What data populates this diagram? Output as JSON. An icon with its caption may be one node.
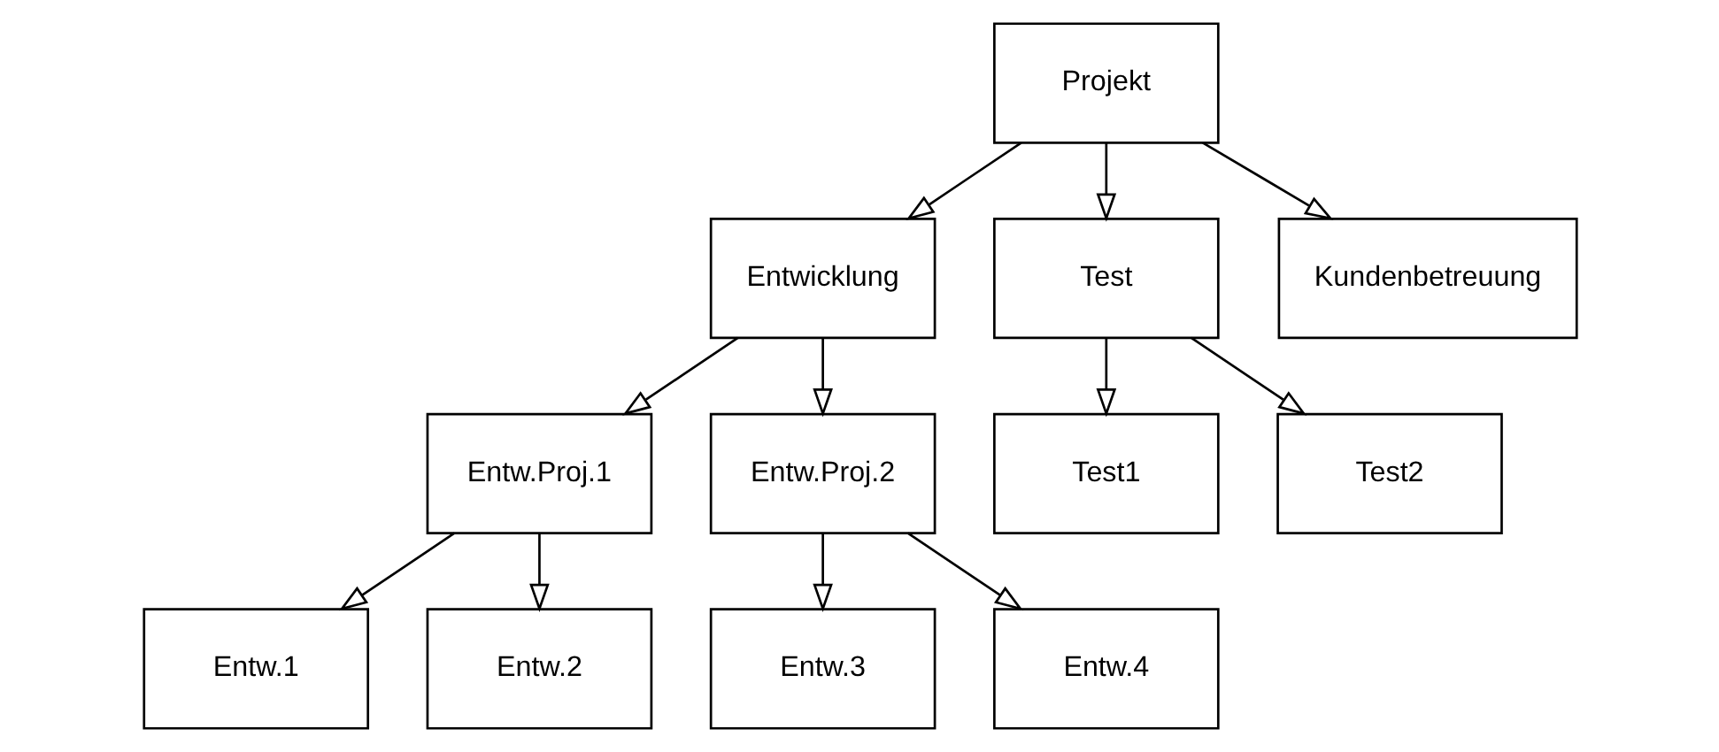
{
  "diagram": {
    "nodes": [
      {
        "text": [
          "Projekt"
        ]
      },
      {
        "text": [
          "Entwicklung"
        ]
      },
      {
        "text": [
          "Test"
        ]
      },
      {
        "text": [
          "Kundenbetreuung"
        ]
      },
      {
        "text": [
          "Entw.Proj.1"
        ]
      },
      {
        "text": [
          "Entw.Proj.2"
        ]
      },
      {
        "text": [
          "Test1"
        ]
      },
      {
        "text": [
          "Test2"
        ]
      },
      {
        "text": [
          "Entw.1"
        ]
      },
      {
        "text": [
          "Entw.2"
        ]
      },
      {
        "text": [
          "Entw.3"
        ]
      },
      {
        "text": [
          "Entw.4"
        ]
      }
    ],
    "edges": [
      {
        "from": 0,
        "to": 1,
        "arrow": "to"
      },
      {
        "from": 0,
        "to": 2,
        "arrow": "to"
      },
      {
        "from": 0,
        "to": 3,
        "arrow": "to"
      },
      {
        "from": 1,
        "to": 4,
        "arrow": "to"
      },
      {
        "from": 1,
        "to": 5,
        "arrow": "to"
      },
      {
        "from": 2,
        "to": 6,
        "arrow": "to"
      },
      {
        "from": 2,
        "to": 7,
        "arrow": "to"
      },
      {
        "from": 4,
        "to": 8,
        "arrow": "to"
      },
      {
        "from": 4,
        "to": 9,
        "arrow": "to"
      },
      {
        "from": 5,
        "to": 10,
        "arrow": "to"
      },
      {
        "from": 5,
        "to": 11,
        "arrow": "to"
      }
    ]
  }
}
